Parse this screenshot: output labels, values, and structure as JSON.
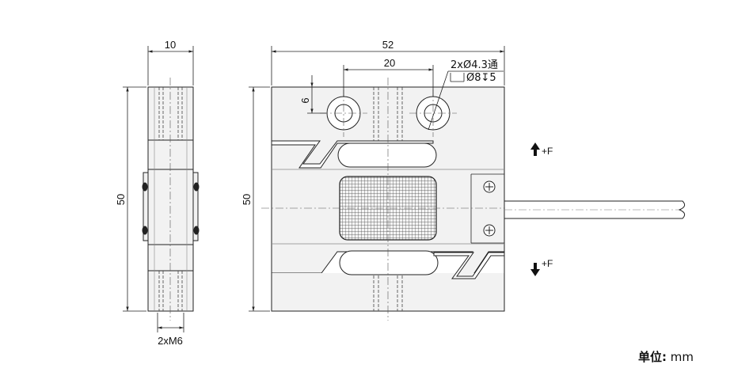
{
  "dimensions": {
    "side_width": "10",
    "side_height": "50",
    "side_thread": "2xM6",
    "front_width": "52",
    "front_height": "50",
    "hole_spacing": "20",
    "hole_offset": "6",
    "hole_spec_line1": "2xØ4.3通",
    "hole_spec_line2": "Ø8↧5"
  },
  "force": {
    "up_label": "+F",
    "down_label": "+F"
  },
  "unit": {
    "name": "单位:",
    "value": "mm"
  },
  "colors": {
    "body_fill": "#f2f2f2",
    "line": "#222222",
    "hatch": "#555555",
    "cable": "#ffffff"
  }
}
